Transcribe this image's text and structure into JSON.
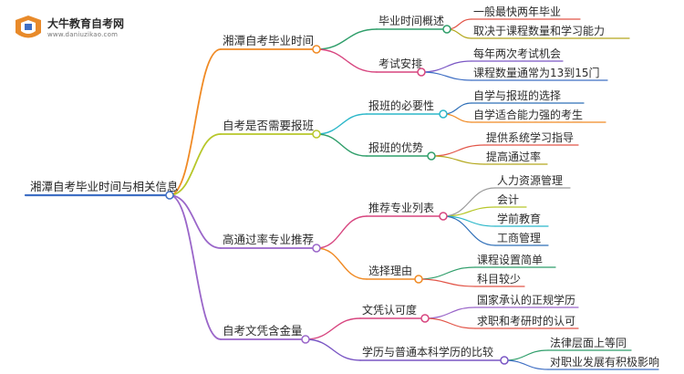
{
  "logo": {
    "title": "大牛教育自考网",
    "url": "www.daniuzikao.com"
  },
  "colors": {
    "root_line": "#3f6fc4",
    "node_fill": "#ffffff"
  },
  "root": {
    "label": "湘潭自考毕业时间与相关信息"
  },
  "branches": [
    {
      "label": "湘潭自考毕业时间",
      "color": "#f08a24",
      "children": [
        {
          "label": "毕业时间概述",
          "color": "#2f9e6a",
          "leaves": [
            {
              "label": "一般最快两年毕业",
              "color": "#e25548"
            },
            {
              "label": "取决于课程数量和学习能力",
              "color": "#b4a81e"
            }
          ]
        },
        {
          "label": "考试安排",
          "color": "#d7457f",
          "leaves": [
            {
              "label": "每年两次考试机会",
              "color": "#7a56c4"
            },
            {
              "label": "课程数量通常为13到15门",
              "color": "#3f6fc4"
            }
          ]
        }
      ]
    },
    {
      "label": "自考是否需要报班",
      "color": "#b7c72a",
      "children": [
        {
          "label": "报班的必要性",
          "color": "#2bb7c9",
          "leaves": [
            {
              "label": "自学与报班的选择",
              "color": "#2f6fb8"
            },
            {
              "label": "自学适合能力强的考生",
              "color": "#f08a24"
            }
          ]
        },
        {
          "label": "报班的优势",
          "color": "#2f9e6a",
          "leaves": [
            {
              "label": "提供系统学习指导",
              "color": "#e25548"
            },
            {
              "label": "提高通过率",
              "color": "#b4a81e"
            }
          ]
        }
      ]
    },
    {
      "label": "高通过率专业推荐",
      "color": "#9a66c9",
      "children": [
        {
          "label": "推荐专业列表",
          "color": "#d7457f",
          "leaves": [
            {
              "label": "人力资源管理",
              "color": "#9a9a9a"
            },
            {
              "label": "会计",
              "color": "#b7c72a"
            },
            {
              "label": "学前教育",
              "color": "#2bb7c9"
            },
            {
              "label": "工商管理",
              "color": "#2f6fb8"
            }
          ]
        },
        {
          "label": "选择理由",
          "color": "#f08a24",
          "leaves": [
            {
              "label": "课程设置简单",
              "color": "#2f9e6a"
            },
            {
              "label": "科目较少",
              "color": "#e25548"
            }
          ]
        }
      ]
    },
    {
      "label": "自考文凭含金量",
      "color": "#9a66c9",
      "children": [
        {
          "label": "文凭认可度",
          "color": "#d7457f",
          "leaves": [
            {
              "label": "国家承认的正规学历",
              "color": "#9a66c9"
            },
            {
              "label": "求职和考研时的认可",
              "color": "#e25548"
            }
          ]
        },
        {
          "label": "学历与普通本科学历的比较",
          "color": "#7a56c4",
          "leaves": [
            {
              "label": "法律层面上等同",
              "color": "#2f9e6a"
            },
            {
              "label": "对职业发展有积极影响",
              "color": "#3f6fc4"
            }
          ]
        }
      ]
    }
  ]
}
